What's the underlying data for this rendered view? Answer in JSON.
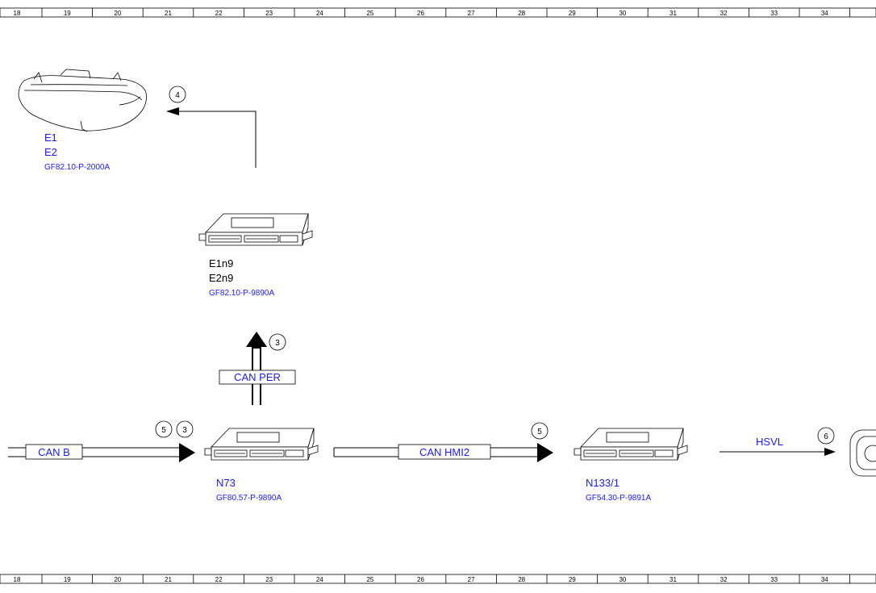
{
  "ruler": {
    "columns": [
      "18",
      "19",
      "20",
      "21",
      "22",
      "23",
      "24",
      "25",
      "26",
      "27",
      "28",
      "29",
      "30",
      "31",
      "32",
      "33",
      "34"
    ]
  },
  "components": {
    "headlamp": {
      "labels": [
        "E1",
        "E2"
      ],
      "ref": "GF82.10-P-2000A"
    },
    "e1n9": {
      "labels": [
        "E1n9",
        "E2n9"
      ],
      "ref": "GF82.10-P-9890A"
    },
    "n73": {
      "labels": [
        "N73"
      ],
      "ref": "GF80.57-P-9890A"
    },
    "n133": {
      "labels": [
        "N133/1"
      ],
      "ref": "GF54.30-P-9891A"
    }
  },
  "buses": {
    "can_b": "CAN B",
    "can_per": "CAN PER",
    "can_hmi2": "CAN HMI2",
    "hsvl": "HSVL"
  },
  "callouts": {
    "c4": "4",
    "c3_up": "3",
    "c5_left": "5",
    "c3_left": "3",
    "c5_right": "5",
    "c6": "6"
  },
  "colors": {
    "label_blue": "#1a1aff",
    "line": "#000000"
  }
}
